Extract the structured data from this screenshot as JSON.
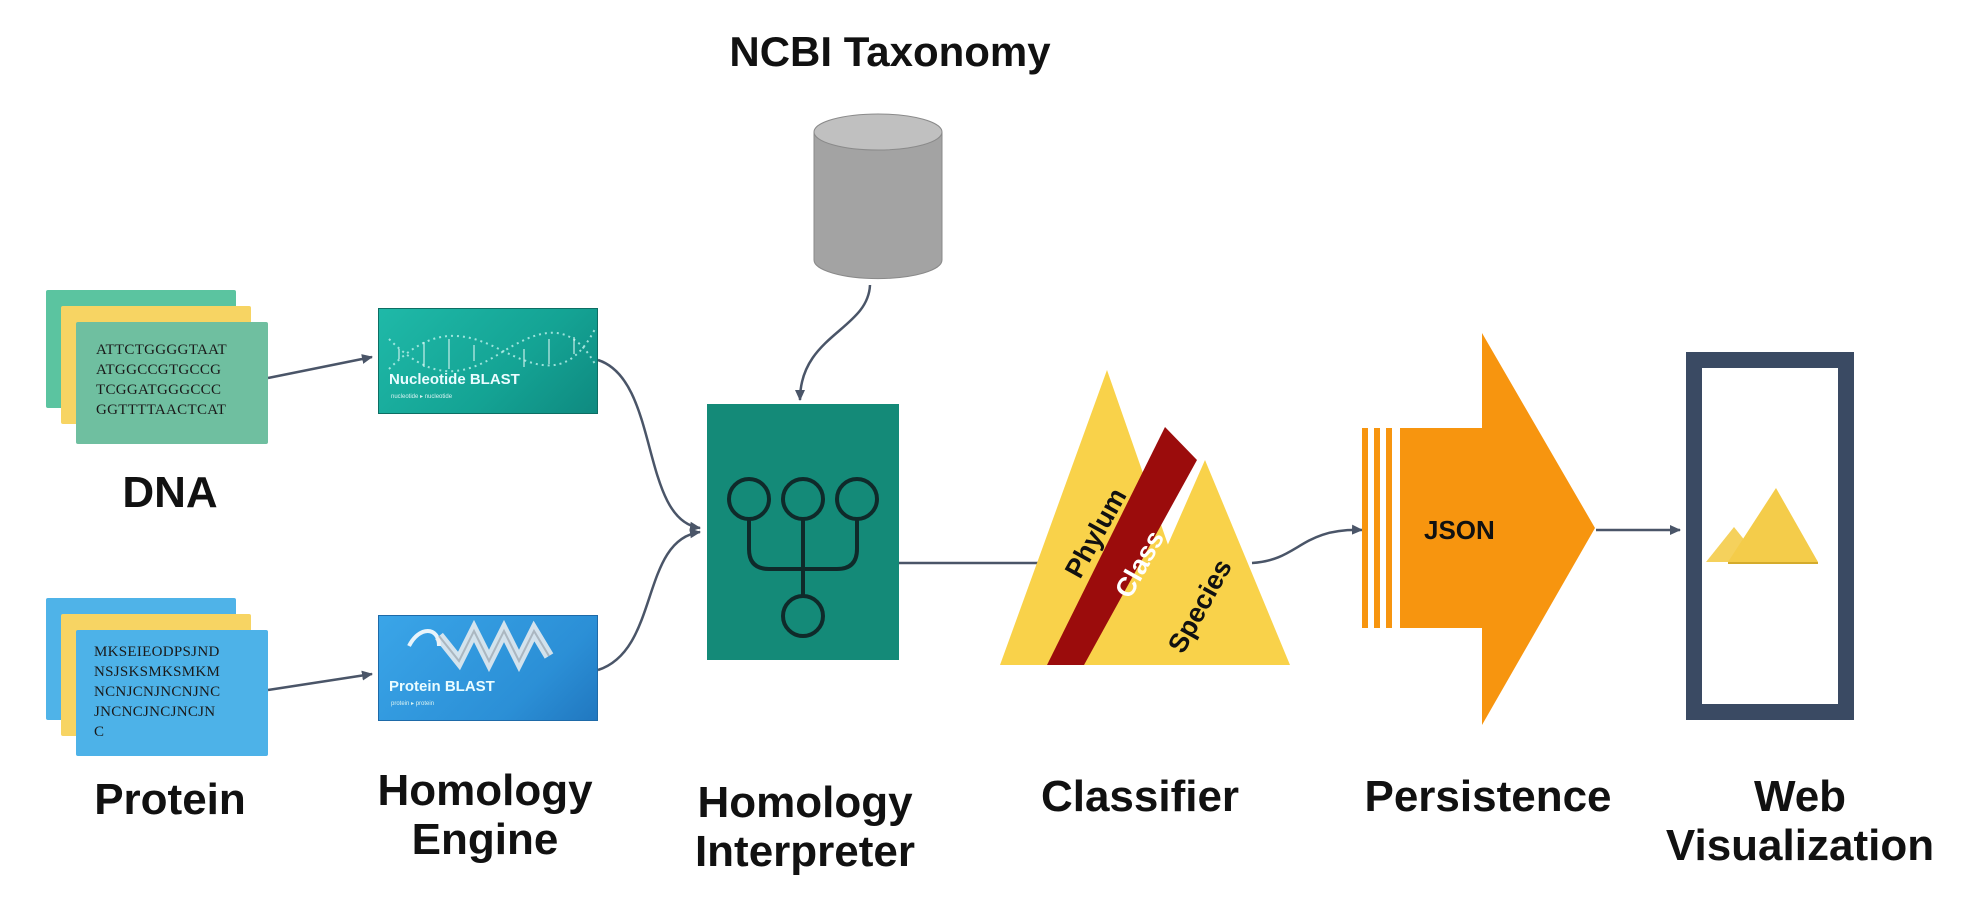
{
  "database": {
    "label": "NCBI Taxonomy"
  },
  "inputs": {
    "dna": {
      "label": "DNA",
      "sequence_lines": [
        "ATTCTGGGGTAAT",
        "ATGGCCGTGCCG",
        "TCGGATGGGCCC",
        "GGTTTTAACTCAT"
      ],
      "colors": {
        "back": "#5bc4a0",
        "middle": "#f7d463",
        "front": "#6fbfa0"
      }
    },
    "protein": {
      "label": "Protein",
      "sequence_lines": [
        "MKSEIEODPSJND",
        "NSJSKSMKSMKM",
        "NCNJCNJNCNJNC",
        "JNCNCJNCJNCJN",
        "C"
      ],
      "colors": {
        "back": "#4fb3e8",
        "middle": "#f7d463",
        "front": "#4db2e8"
      }
    }
  },
  "engines": {
    "nucleotide_blast": {
      "title": "Nucleotide BLAST",
      "subtitle": "nucleotide ▸ nucleotide"
    },
    "protein_blast": {
      "title": "Protein BLAST",
      "subtitle": "protein ▸ protein"
    }
  },
  "stages": {
    "homology_engine": "Homology\nEngine",
    "homology_interpreter": "Homology\nInterpreter",
    "classifier": "Classifier",
    "persistence": "Persistence",
    "web_visualization": "Web\nVisualization"
  },
  "classifier_ranks": [
    "Phylum",
    "Class",
    "Species"
  ],
  "persistence_format": "JSON",
  "colors": {
    "interpreter": "#148a78",
    "arrow": "#4a5568",
    "cylinder": "#a3a3a3",
    "classifier_yellow": "#f9d24a",
    "classifier_red": "#9b0c0c",
    "persistence_orange": "#f7950f",
    "viz_frame": "#3a4a63",
    "viz_yellow": "#f4cc4a"
  }
}
